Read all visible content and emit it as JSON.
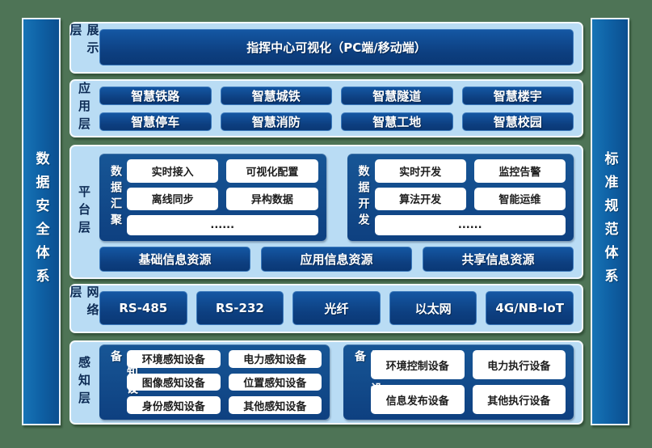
{
  "sidebars": {
    "left": "数据安全体系",
    "right": "标准规范体系"
  },
  "layers": {
    "display": {
      "label": "展示层",
      "box": "指挥中心可视化（PC端/移动端）"
    },
    "application": {
      "label": "应用层",
      "items": [
        "智慧铁路",
        "智慧城铁",
        "智慧隧道",
        "智慧楼宇",
        "智慧停车",
        "智慧消防",
        "智慧工地",
        "智慧校园"
      ]
    },
    "platform": {
      "label": "平台层",
      "groups": [
        {
          "title": "数据汇聚",
          "items": [
            "实时接入",
            "可视化配置",
            "离线同步",
            "异构数据"
          ],
          "more": "......"
        },
        {
          "title": "数据开发",
          "items": [
            "实时开发",
            "监控告警",
            "算法开发",
            "智能运维"
          ],
          "more": "......"
        }
      ],
      "resources": [
        "基础信息资源",
        "应用信息资源",
        "共享信息资源"
      ]
    },
    "network": {
      "label": "网络层",
      "items": [
        "RS-485",
        "RS-232",
        "光纤",
        "以太网",
        "4G/NB-IoT"
      ]
    },
    "perception": {
      "label": "感知层",
      "groups": [
        {
          "title": "感知设备",
          "items": [
            "环境感知设备",
            "电力感知设备",
            "图像感知设备",
            "位置感知设备",
            "身份感知设备",
            "其他感知设备"
          ]
        },
        {
          "title": "执行设备",
          "items": [
            "环境控制设备",
            "电力执行设备",
            "信息发布设备",
            "其他执行设备"
          ]
        }
      ]
    }
  },
  "colors": {
    "background_green": "#4e7456",
    "panel_light_blue": "#b9dcf4",
    "box_navy": "#0d3f80",
    "sidebar_blue": "#0f62a6",
    "white_box": "#ffffff",
    "label_navy": "#0e2c55"
  }
}
